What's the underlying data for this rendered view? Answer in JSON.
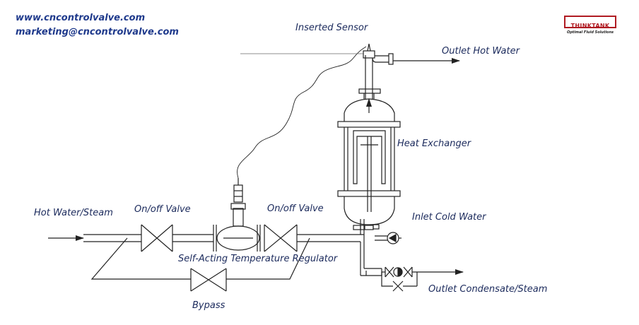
{
  "contact": {
    "website": "www.cncontrolvalve.com",
    "email": "marketing@cncontrolvalve.com"
  },
  "logo": {
    "name": "THINKTANK",
    "tagline": "Optimal Fluid Solutions",
    "color": "#b01b22"
  },
  "labels": {
    "inserted_sensor": "Inserted Sensor",
    "outlet_hot_water": "Outlet Hot Water",
    "heat_exchanger": "Heat Exchanger",
    "hot_water_steam": "Hot Water/Steam",
    "onoff_valve_1": "On/off Valve",
    "onoff_valve_2": "On/off Valve",
    "inlet_cold_water": "Inlet Cold Water",
    "regulator": "Self-Acting Temperature Regulator",
    "outlet_condensate": "Outlet Condensate/Steam",
    "bypass": "Bypass"
  },
  "colors": {
    "text": "#1b2a5c",
    "contact_text": "#1f3a8c",
    "line": "#222222"
  }
}
